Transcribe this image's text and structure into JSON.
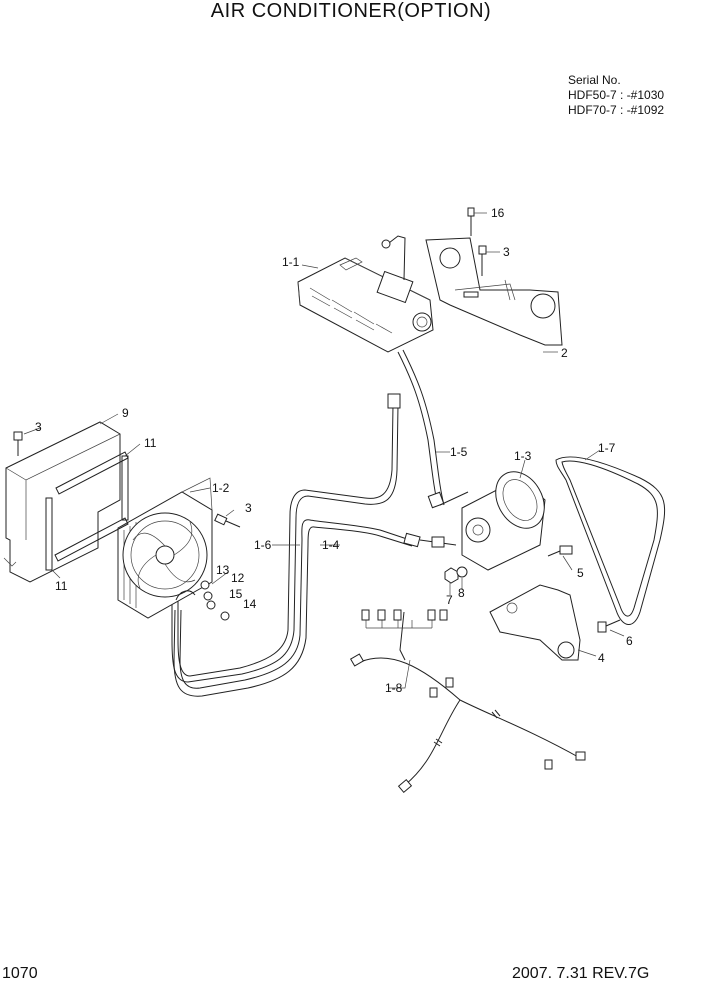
{
  "title": "AIR CONDITIONER(OPTION)",
  "serial": {
    "heading": "Serial No.",
    "line1": "HDF50-7 : -#1030",
    "line2": "HDF70-7 : -#1092"
  },
  "footer": {
    "page": "1070",
    "revision": "2007. 7.31 REV.7G"
  },
  "callouts": {
    "c1_1": "1-1",
    "c1_2": "1-2",
    "c1_3": "1-3",
    "c1_4": "1-4",
    "c1_5": "1-5",
    "c1_6": "1-6",
    "c1_7": "1-7",
    "c1_8": "1-8",
    "c2": "2",
    "c3a": "3",
    "c3b": "3",
    "c3c": "3",
    "c4": "4",
    "c5": "5",
    "c6": "6",
    "c7": "7",
    "c8": "8",
    "c9": "9",
    "c11a": "11",
    "c11b": "11",
    "c12": "12",
    "c13": "13",
    "c14": "14",
    "c15": "15",
    "c16": "16"
  }
}
